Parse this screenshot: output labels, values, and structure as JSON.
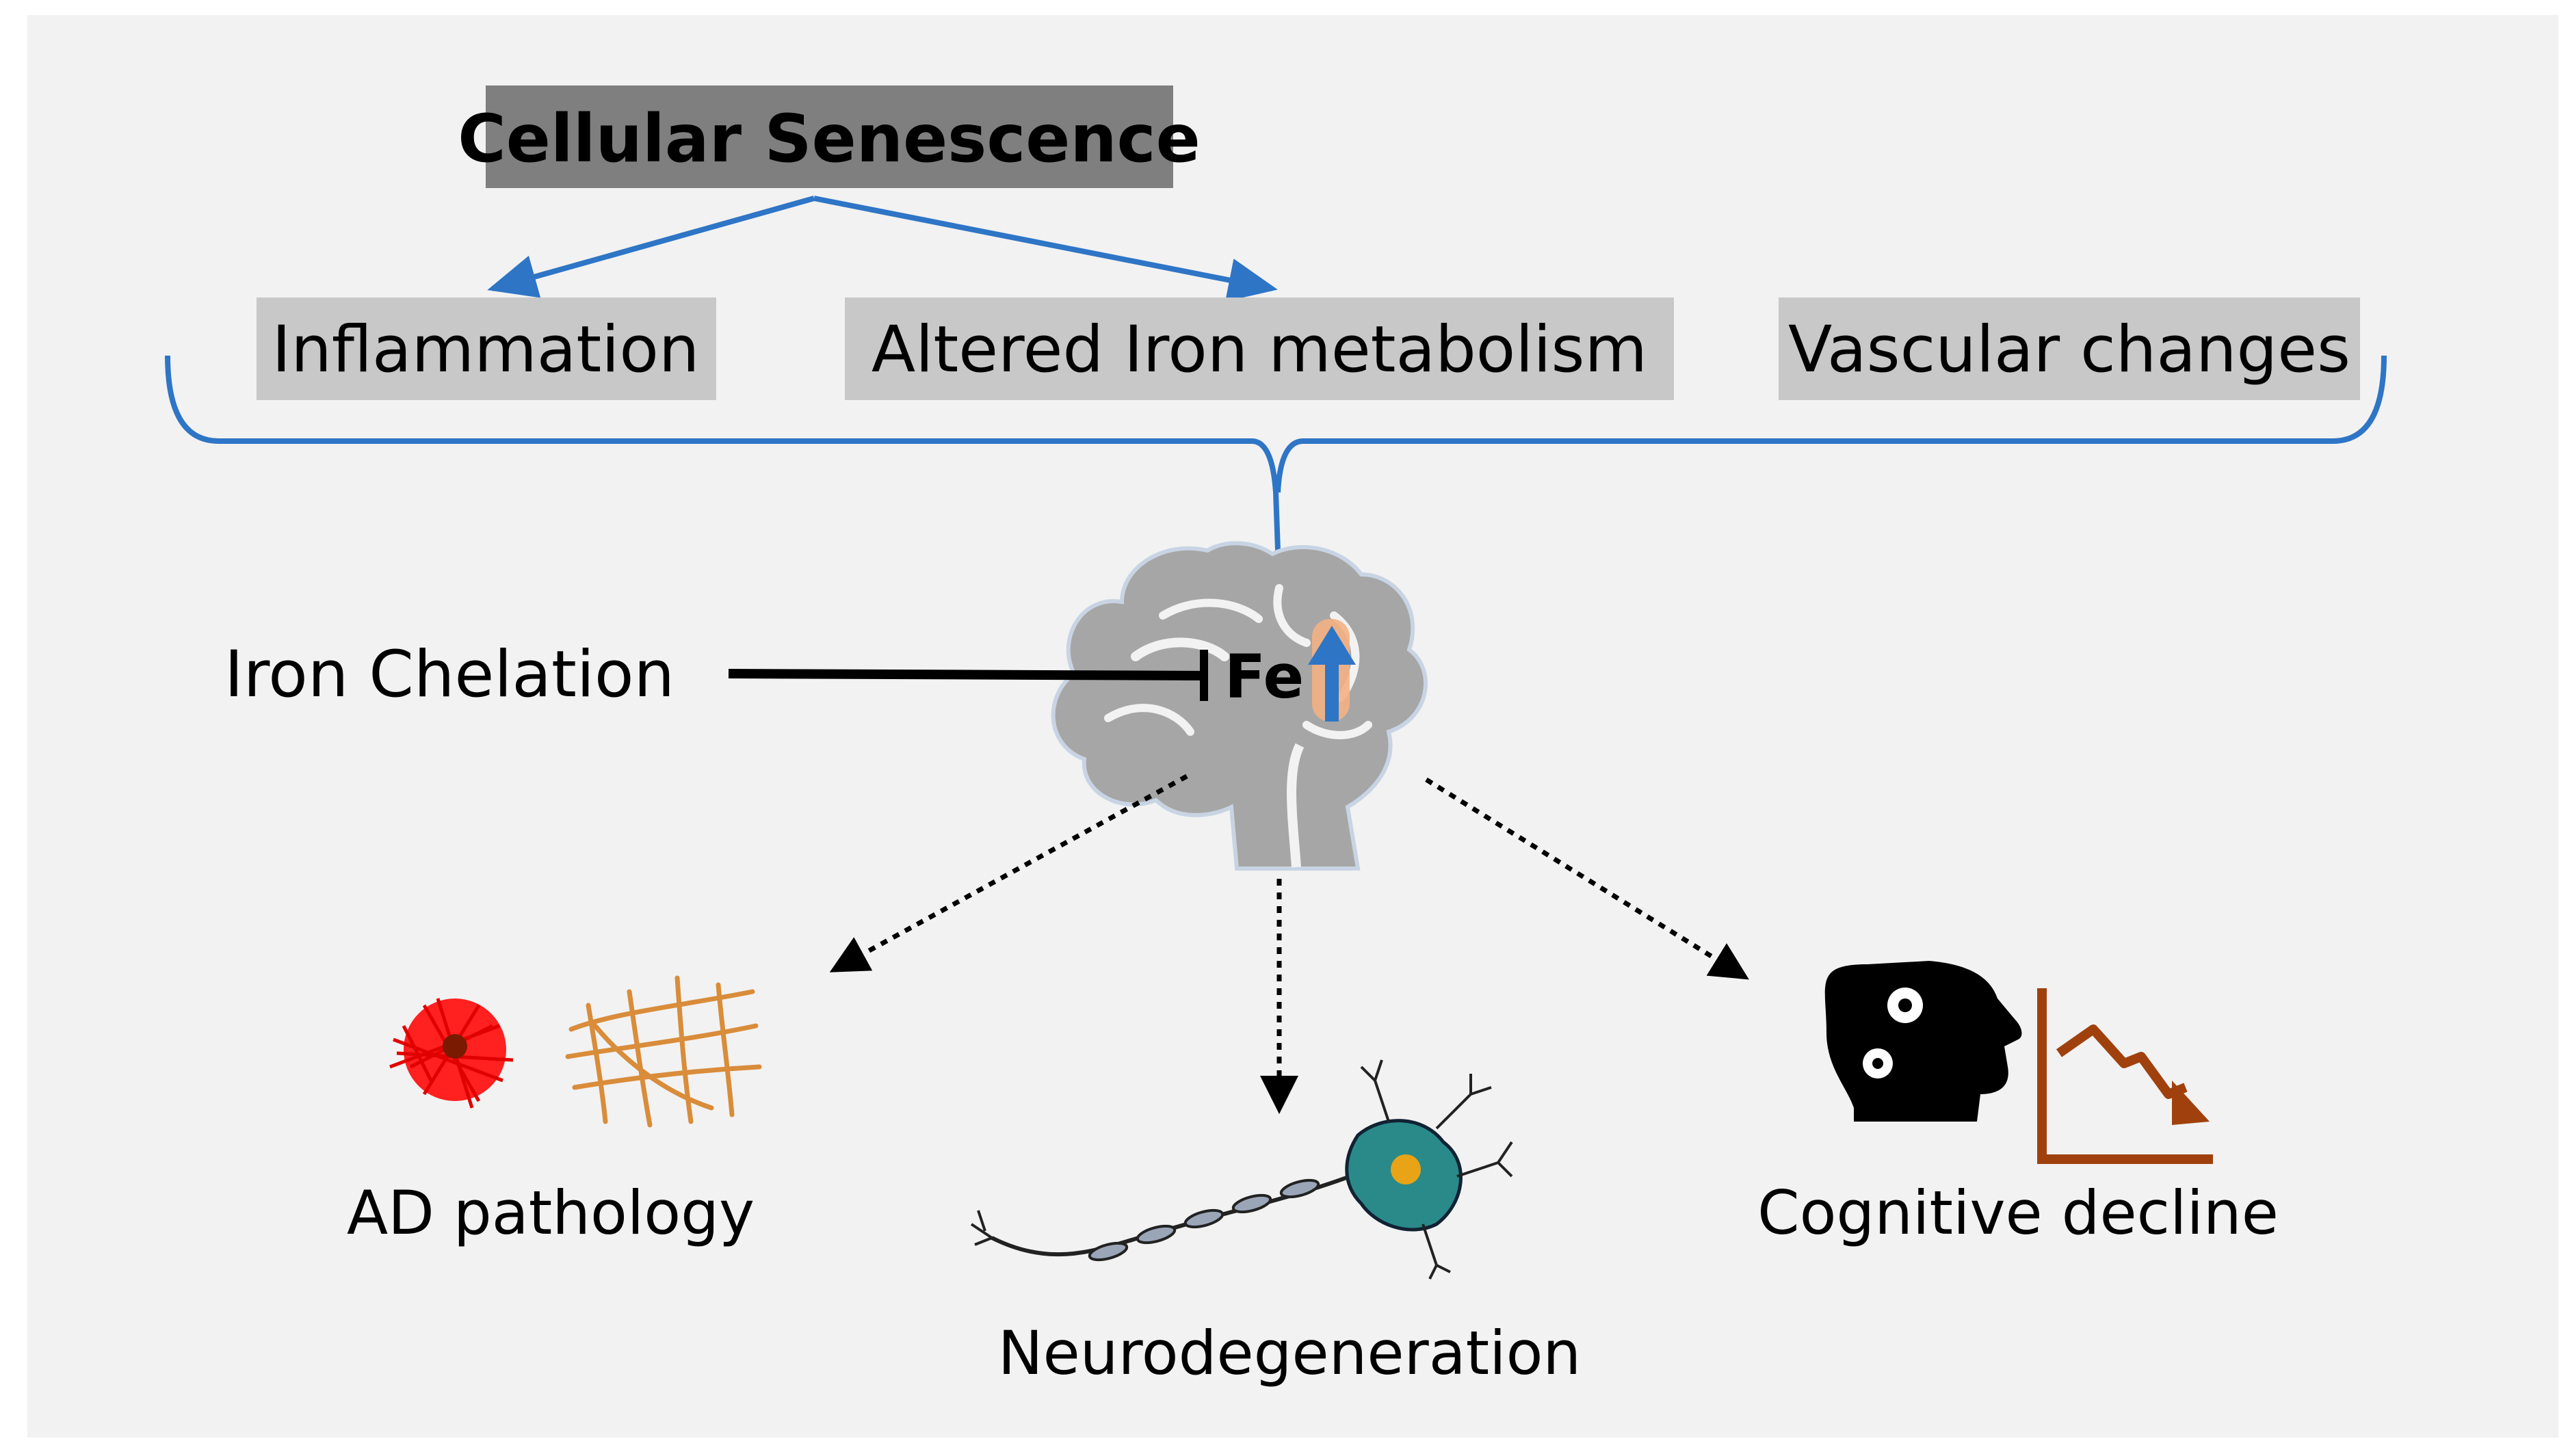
{
  "top_label": "Cellular Senescence",
  "factors": [
    {
      "label": "Inflammation"
    },
    {
      "label": "Altered Iron metabolism"
    },
    {
      "label": "Vascular changes"
    }
  ],
  "brain_label": "Fe",
  "inhibitor_label": "Iron Chelation",
  "outcomes": [
    {
      "label": "AD pathology"
    },
    {
      "label": "Neurodegeneration"
    },
    {
      "label": "Cognitive decline"
    }
  ],
  "colors": {
    "background": "#f2f2f2",
    "panel_dark": "#7f7f7f",
    "panel_light": "#c8c8c8",
    "connector_blue": "#2e75c6",
    "brain_gray": "#a6a6a6",
    "plaque_red": "#ff0000",
    "tangle_orange": "#d98c3a",
    "neuron_teal": "#2a8a8a",
    "decline_brown": "#a0410d"
  },
  "icons": [
    "brain-icon",
    "up-arrow-icon",
    "amyloid-plaque-icon",
    "tau-tangle-icon",
    "neuron-icon",
    "head-gears-icon",
    "declining-chart-icon"
  ]
}
